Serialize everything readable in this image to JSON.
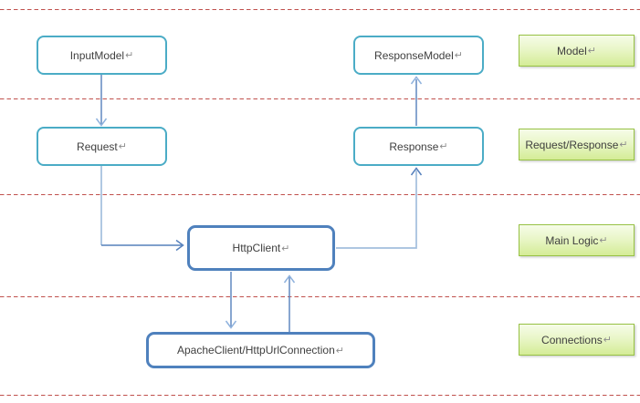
{
  "diagram": {
    "return_mark": "↵",
    "nodes": {
      "input_model": {
        "label": "InputModel"
      },
      "request": {
        "label": "Request"
      },
      "response_model": {
        "label": "ResponseModel"
      },
      "response": {
        "label": "Response"
      },
      "http_client": {
        "label": "HttpClient"
      },
      "apache_client": {
        "label": "ApacheClient/HttpUrlConnection"
      }
    },
    "layers": [
      {
        "label": "Model"
      },
      {
        "label": "Request/Response"
      },
      {
        "label": "Main Logic"
      },
      {
        "label": "Connections"
      }
    ],
    "edges": [
      {
        "from": "InputModel",
        "to": "Request"
      },
      {
        "from": "Request",
        "to": "HttpClient"
      },
      {
        "from": "HttpClient",
        "to": "Response"
      },
      {
        "from": "Response",
        "to": "ResponseModel"
      },
      {
        "from": "HttpClient",
        "to": "ApacheClient/HttpUrlConnection"
      },
      {
        "from": "ApacheClient/HttpUrlConnection",
        "to": "HttpClient"
      }
    ],
    "colors": {
      "teal_node_border": "#4bacc6",
      "blue_node_border": "#4f81bd",
      "connector_medium_blue": "#5580bc",
      "connector_light_blue": "#a3bedd",
      "arrowhead_light_blue": "#8fb2dd",
      "divider_red": "#c0504d",
      "layer_label_border_green": "#97c144",
      "layer_label_fill_top": "#f6fce8",
      "layer_label_fill_bottom": "#d4ec96",
      "text": "#3f3f3f",
      "background": "#ffffff"
    }
  }
}
